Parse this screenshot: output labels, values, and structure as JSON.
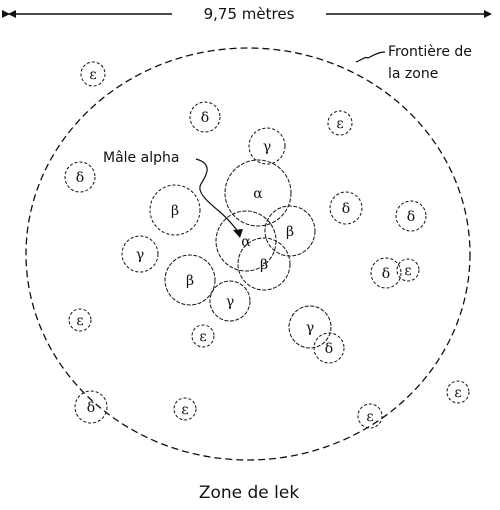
{
  "scale_label": "9,75 mètres",
  "boundary_label": [
    "Frontière de",
    "la zone"
  ],
  "alpha_label": "Mâle alpha",
  "caption": "Zone de lek",
  "territories": [
    {
      "symbol": "ε",
      "style": "dashed"
    },
    {
      "symbol": "δ",
      "style": "dashed"
    },
    {
      "symbol": "ε",
      "style": "dashed"
    },
    {
      "symbol": "γ",
      "style": "dashed"
    },
    {
      "symbol": "δ",
      "style": "dashed"
    },
    {
      "symbol": "α",
      "style": "solid"
    },
    {
      "symbol": "β",
      "style": "dashed"
    },
    {
      "symbol": "δ",
      "style": "dashed"
    },
    {
      "symbol": "δ",
      "style": "dashed"
    },
    {
      "symbol": "γ",
      "style": "dashed"
    },
    {
      "symbol": "α",
      "style": "solid"
    },
    {
      "symbol": "β",
      "style": "solid"
    },
    {
      "symbol": "β",
      "style": "solid"
    },
    {
      "symbol": "δ",
      "style": "dashed"
    },
    {
      "symbol": "ε",
      "style": "dashed"
    },
    {
      "symbol": "β",
      "style": "solid"
    },
    {
      "symbol": "γ",
      "style": "solid"
    },
    {
      "symbol": "ε",
      "style": "dashed"
    },
    {
      "symbol": "ε",
      "style": "dashed"
    },
    {
      "symbol": "γ",
      "style": "solid"
    },
    {
      "symbol": "δ",
      "style": "dashed"
    },
    {
      "symbol": "δ",
      "style": "dashed"
    },
    {
      "symbol": "ε",
      "style": "dashed"
    },
    {
      "symbol": "ε",
      "style": "dashed"
    },
    {
      "symbol": "ε",
      "style": "dashed"
    }
  ]
}
